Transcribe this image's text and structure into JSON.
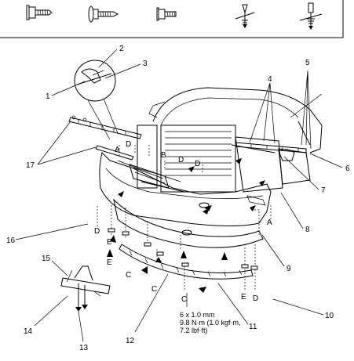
{
  "fastener_legend": {
    "icons": [
      "flange-bolt-icon",
      "washer-screw-icon",
      "hex-bolt-icon",
      "push-clip-icon",
      "clip-fastener-icon"
    ]
  },
  "callouts": [
    "1",
    "2",
    "3",
    "4",
    "5",
    "6",
    "7",
    "8",
    "9",
    "10",
    "11",
    "12",
    "13",
    "14",
    "15",
    "16",
    "17"
  ],
  "connector_letters": {
    "A": "A",
    "B": "B",
    "C": "C",
    "D": "D",
    "E": "E"
  },
  "torque_spec": {
    "line1": "6 x 1.0 mm",
    "line2": "9.8 N·m (1.0 kgf·m,",
    "line3": "7.2 lbf·ft)"
  }
}
